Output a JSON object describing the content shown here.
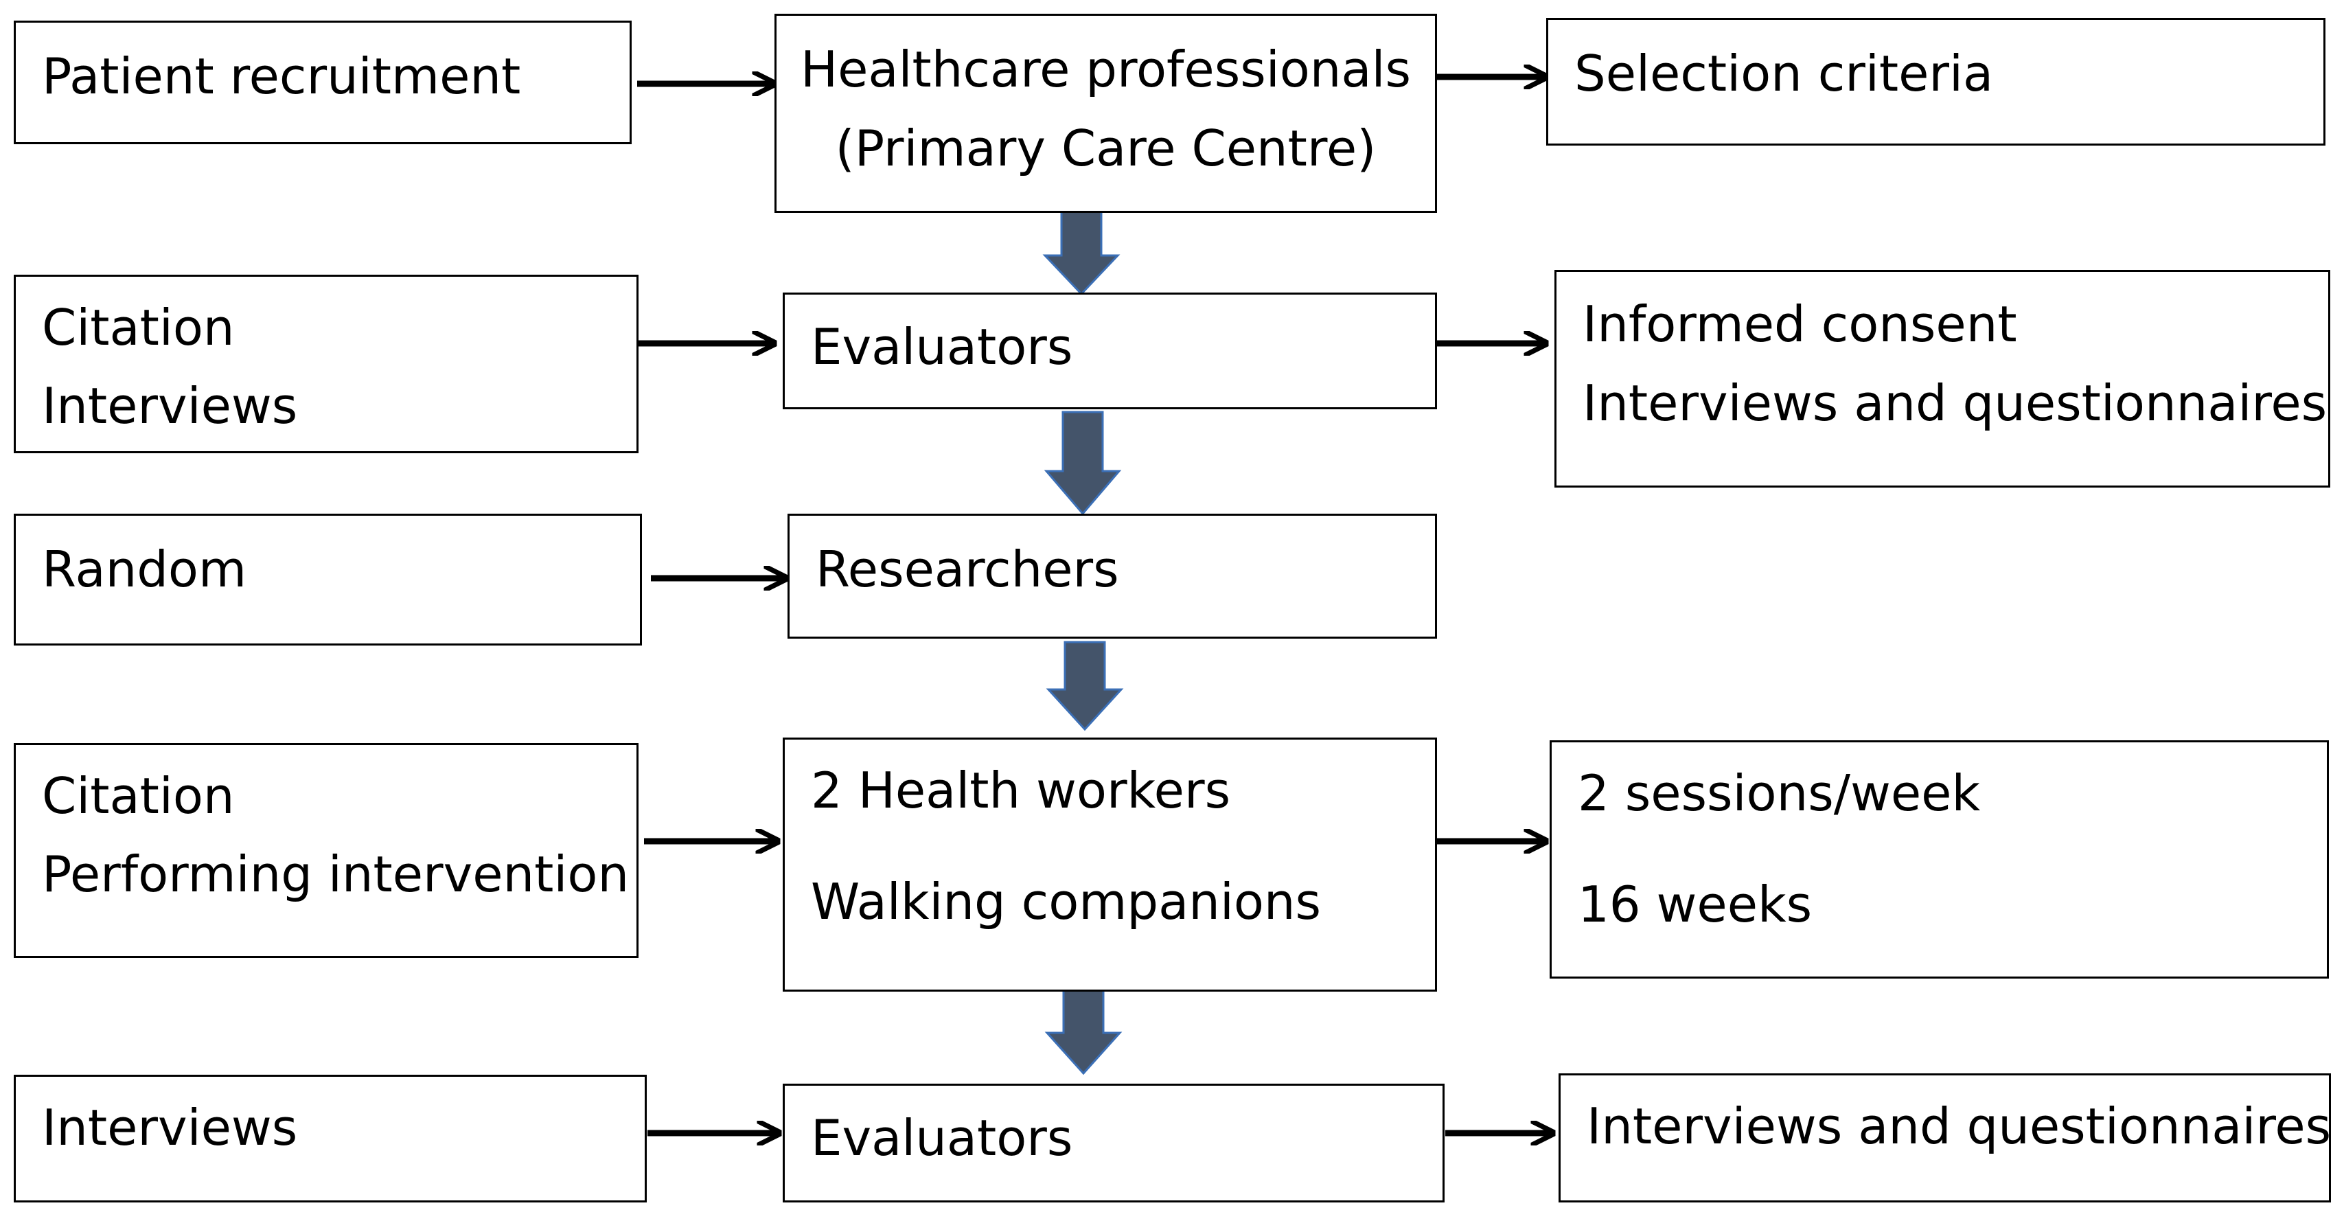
{
  "diagram": {
    "rows": [
      {
        "left": [
          "Patient recruitment"
        ],
        "center": [
          "Healthcare professionals",
          "(Primary Care Centre)"
        ],
        "right": [
          "Selection criteria"
        ]
      },
      {
        "left": [
          "Citation",
          "Interviews"
        ],
        "center": [
          "Evaluators"
        ],
        "right": [
          "Informed consent",
          "Interviews and questionnaires"
        ]
      },
      {
        "left": [
          "Random"
        ],
        "center": [
          "Researchers"
        ],
        "right": []
      },
      {
        "left": [
          "Citation",
          "Performing intervention"
        ],
        "center": [
          "2 Health workers",
          "Walking companions"
        ],
        "right": [
          "2 sessions/week",
          "16 weeks"
        ]
      },
      {
        "left": [
          "Interviews"
        ],
        "center": [
          "Evaluators"
        ],
        "right": [
          "Interviews and questionnaires"
        ]
      }
    ],
    "colors": {
      "border": "#000000",
      "arrow_thin": "#000000",
      "arrow_block": "#44546A",
      "arrow_block_outline": "#3B6FB6"
    }
  }
}
